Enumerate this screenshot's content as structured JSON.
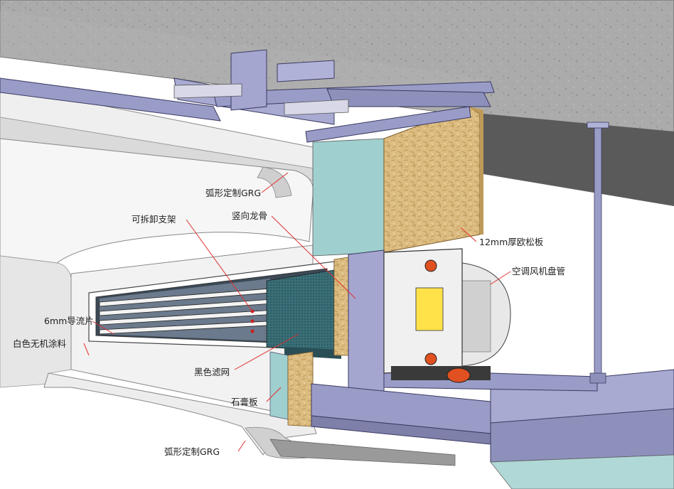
{
  "labels": {
    "grg_top": "弧形定制GRG",
    "grg_bottom": "弧形定制GRG",
    "removable_bracket": "可拆卸支架",
    "vertical_keel": "竖向龙骨",
    "osb_board": "12mm厚欧松板",
    "fan_coil": "空调风机盘管",
    "deflector": "6mm导流片",
    "white_paint": "白色无机涂料",
    "black_filter": "黑色滤网",
    "gypsum_board": "石膏板"
  },
  "colors": {
    "leader_line": "#e03030",
    "steel": "#9a9cc8",
    "osb": "#d9b878",
    "concrete": "#a8a8a8",
    "gypsum": "#9fd0cf"
  }
}
